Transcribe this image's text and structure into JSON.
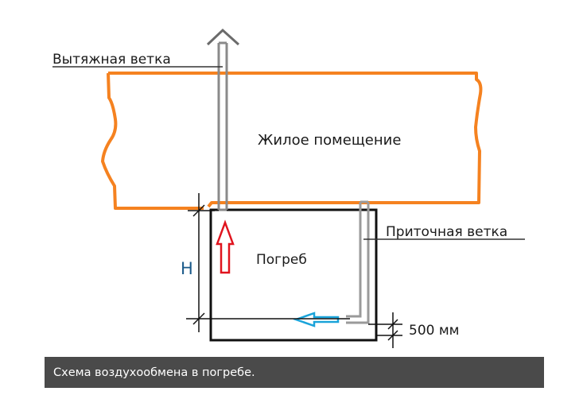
{
  "diagram": {
    "exhaust_branch_label": "Вытяжная ветка",
    "living_room_label": "Жилое помещение",
    "supply_branch_label": "Приточная ветка",
    "cellar_label": "Погреб",
    "height_label": "H",
    "offset_label": "500 мм"
  },
  "caption": {
    "text": "Схема воздухообмена в погребе."
  },
  "colors": {
    "room_outline": "#f58220",
    "pipe": "#8a8a8a",
    "up_arrow": "#e0141e",
    "inflow_arrow": "#1aa3d9",
    "caption_bg": "#4a4a4a"
  }
}
